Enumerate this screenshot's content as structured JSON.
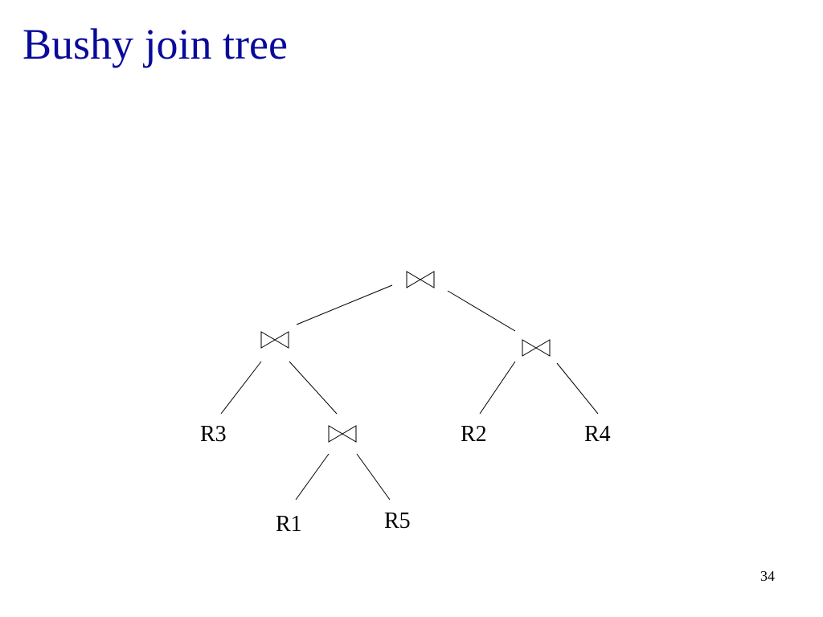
{
  "slide": {
    "title": "Bushy join tree",
    "page_number": "34"
  },
  "tree": {
    "join_symbol": "bowtie-join-icon",
    "root": {
      "type": "join",
      "left": {
        "type": "join",
        "left": {
          "type": "relation",
          "label": "R3"
        },
        "right": {
          "type": "join",
          "left": {
            "type": "relation",
            "label": "R1"
          },
          "right": {
            "type": "relation",
            "label": "R5"
          }
        }
      },
      "right": {
        "type": "join",
        "left": {
          "type": "relation",
          "label": "R2"
        },
        "right": {
          "type": "relation",
          "label": "R4"
        }
      }
    }
  }
}
